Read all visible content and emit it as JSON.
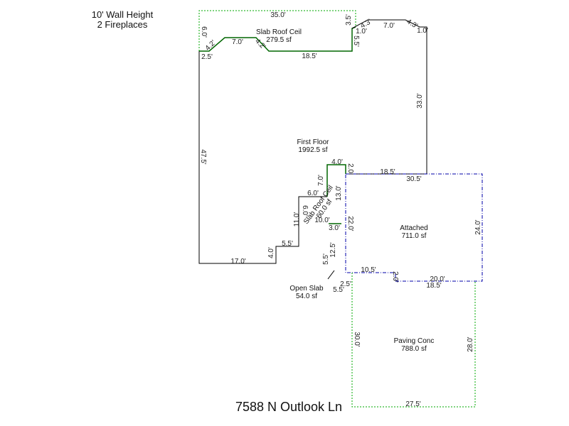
{
  "header": {
    "wall_height": "10' Wall Height",
    "fireplaces": "2 Fireplaces"
  },
  "address": "7588 N Outlook Ln",
  "areas": {
    "slab_roof_ceil_top": {
      "name": "Slab Roof Ceil",
      "area": "279.5 sf"
    },
    "first_floor": {
      "name": "First Floor",
      "area": "1992.5 sf"
    },
    "slab_roof_ceil_mid": {
      "name": "Slab Roof Ceil",
      "area": "60.0 sf"
    },
    "attached": {
      "name": "Attached",
      "area": "711.0 sf"
    },
    "open_slab": {
      "name": "Open Slab",
      "area": "54.0 sf"
    },
    "paving_conc": {
      "name": "Paving Conc",
      "area": "788.0 sf"
    }
  },
  "dimensions": {
    "top_35": "35.0'",
    "left_6": "6.0'",
    "d_4_2a": "4.2'",
    "d_7a": "7.0'",
    "d_4_2b": "4.2'",
    "d_2_5": "2.5'",
    "d_18_5_top": "18.5'",
    "d_3_5": "3.5'",
    "d_5_5": "5.5'",
    "d_1_0a": "1.0'",
    "d_4_3a": "4.3'",
    "d_7b": "7.0'",
    "d_4_3b": "4.3'",
    "d_1_0b": "1.0'",
    "d_33": "33.0'",
    "d_47_5": "47.5'",
    "d_4_0": "4.0'",
    "d_2_0a": "2.0'",
    "d_18_5_mid": "18.5'",
    "d_30_5": "30.5'",
    "d_7c": "7.0'",
    "d_6_0": "6.0'",
    "d_13": "13.0'",
    "d_6_0v": "6.0'",
    "d_11": "11.0'",
    "d_10": "10.0'",
    "d_3_0": "3.0'",
    "d_22": "22.0'",
    "d_24": "24.0'",
    "d_5_5b": "5.5'",
    "d_4_0b": "4.0'",
    "d_12_5": "12.5'",
    "d_5_5c": "5.5'",
    "d_17": "17.0'",
    "d_10_5": "10.5'",
    "d_2_0b": "2.0'",
    "d_20": "20.0'",
    "d_18_5_low": "18.5'",
    "d_2_5b": "2.5'",
    "d_5_5d": "5.5'",
    "d_30": "30.0'",
    "d_28": "28.0'",
    "d_27_5": "27.5'"
  },
  "colors": {
    "wall": "#000000",
    "slab_roof": "#006600",
    "attached": "#0000aa",
    "paving": "#00aa00"
  }
}
